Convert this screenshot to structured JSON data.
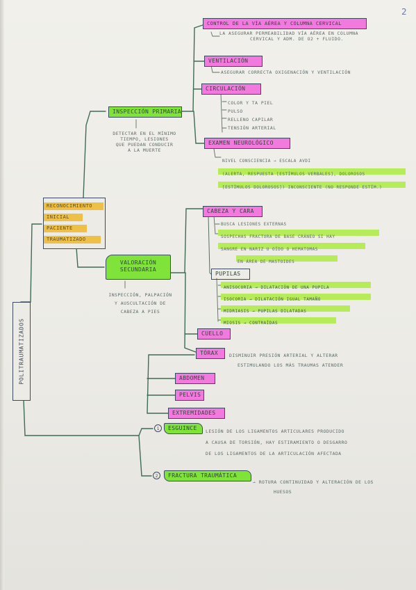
{
  "page_number": "2",
  "root": {
    "label": "POLITRAUMATIZADOS"
  },
  "reconocimiento": {
    "lines": [
      "RECONOCIMIENTO",
      "INICIAL",
      "PACIENTE",
      "TRAUMATIZADO"
    ]
  },
  "inspeccion": {
    "label": "INSPECCIÓN PRIMARIA",
    "note": [
      "DETECTAR EN EL MÍNIMO",
      "TIEMPO, LESIONES",
      "QUE PUEDAN CONDUCIR",
      "A LA MUERTE"
    ]
  },
  "vias": {
    "label": "CONTROL DE LA VÍA AÉREA Y COLUMNA CERVICAL",
    "note": [
      "LA ASEGURAR PERMEABILIDAD VÍA AÉREA EN COLUMNA",
      "CERVICAL Y ADM. DE O2 + FLUIDO."
    ]
  },
  "ventilacion": {
    "label": "VENTILACIÓN",
    "note": [
      "ASEGURAR CORRECTA OXIGENACIÓN Y VENTILACIÓN"
    ]
  },
  "circulacion": {
    "label": "CIRCULACIÓN",
    "items": [
      "COLOR Y TA PIEL",
      "PULSO",
      "RELLENO CAPILAR",
      "TENSIÓN ARTERIAL"
    ]
  },
  "examen": {
    "label": "EXAMEN NEUROLÓGICO",
    "items": [
      "NIVEL CONSCIENCIA → ESCALA AVDI",
      "(ALERTA, RESPUESTA [ESTÍMULOS VERBALES], DOLOROSOS",
      "[ESTÍMULOS DOLOROSOS]) INCONSCIENTE (NO RESPONDE ESTÍM.)"
    ]
  },
  "valoracion": {
    "label": [
      "VALORACIÓN",
      "SECUNDARIA"
    ],
    "note": [
      "INSPECCIÓN, PALPACIÓN",
      "Y AUSCULTACIÓN DE",
      "CABEZA A PIES"
    ]
  },
  "cabeza": {
    "label": "CABEZA Y CARA",
    "items": [
      "BUSCA LESIONES EXTERNAS",
      "SOSPECHAS FRACTURA DE BASE CRÁNEO SI HAY",
      "SANGRE EN NARIZ U OÍDO O HEMATOMAS",
      "EN ÁREA DE MASTOIDES"
    ]
  },
  "pupilas": {
    "label": "PUPILAS",
    "items": [
      "ANISOCORIA → DILATACIÓN DE UNA PUPILA",
      "ISOCORIA → DILATACIÓN IGUAL TAMAÑO",
      "MIDRIASIS → PUPILAS DILATADAS",
      "MIOSIS → CONTRAÍDAS"
    ]
  },
  "cuello": {
    "label": "CUELLO"
  },
  "torax": {
    "label": "TÓRAX",
    "note": [
      "DISMINUIR PRESIÓN ARTERIAL Y ALTERAR",
      "ESTIMULANDO LOS MÁS TRAUMAS ATENDER"
    ]
  },
  "abdomen": {
    "label": "ABDOMEN"
  },
  "pelvis": {
    "label": "PELVIS"
  },
  "extremidades": {
    "label": "EXTREMIDADES"
  },
  "esguince": {
    "num": "1",
    "label": "ESGUINCE",
    "note": [
      "LESIÓN DE LOS LIGAMENTOS ARTICULARES PRODUCIDO",
      "A CAUSA DE TORSIÓN, HAY ESTIRAMIENTO O DESGARRO",
      "DE LOS LIGAMENTOS DE LA ARTICULACIÓN AFECTADA"
    ]
  },
  "fractura": {
    "num": "2",
    "label": "FRACTURA TRAUMÁTICA",
    "note": [
      "→ ROTURA CONTINUIDAD Y ALTERACIÓN DE LOS",
      "HUESOS"
    ]
  }
}
